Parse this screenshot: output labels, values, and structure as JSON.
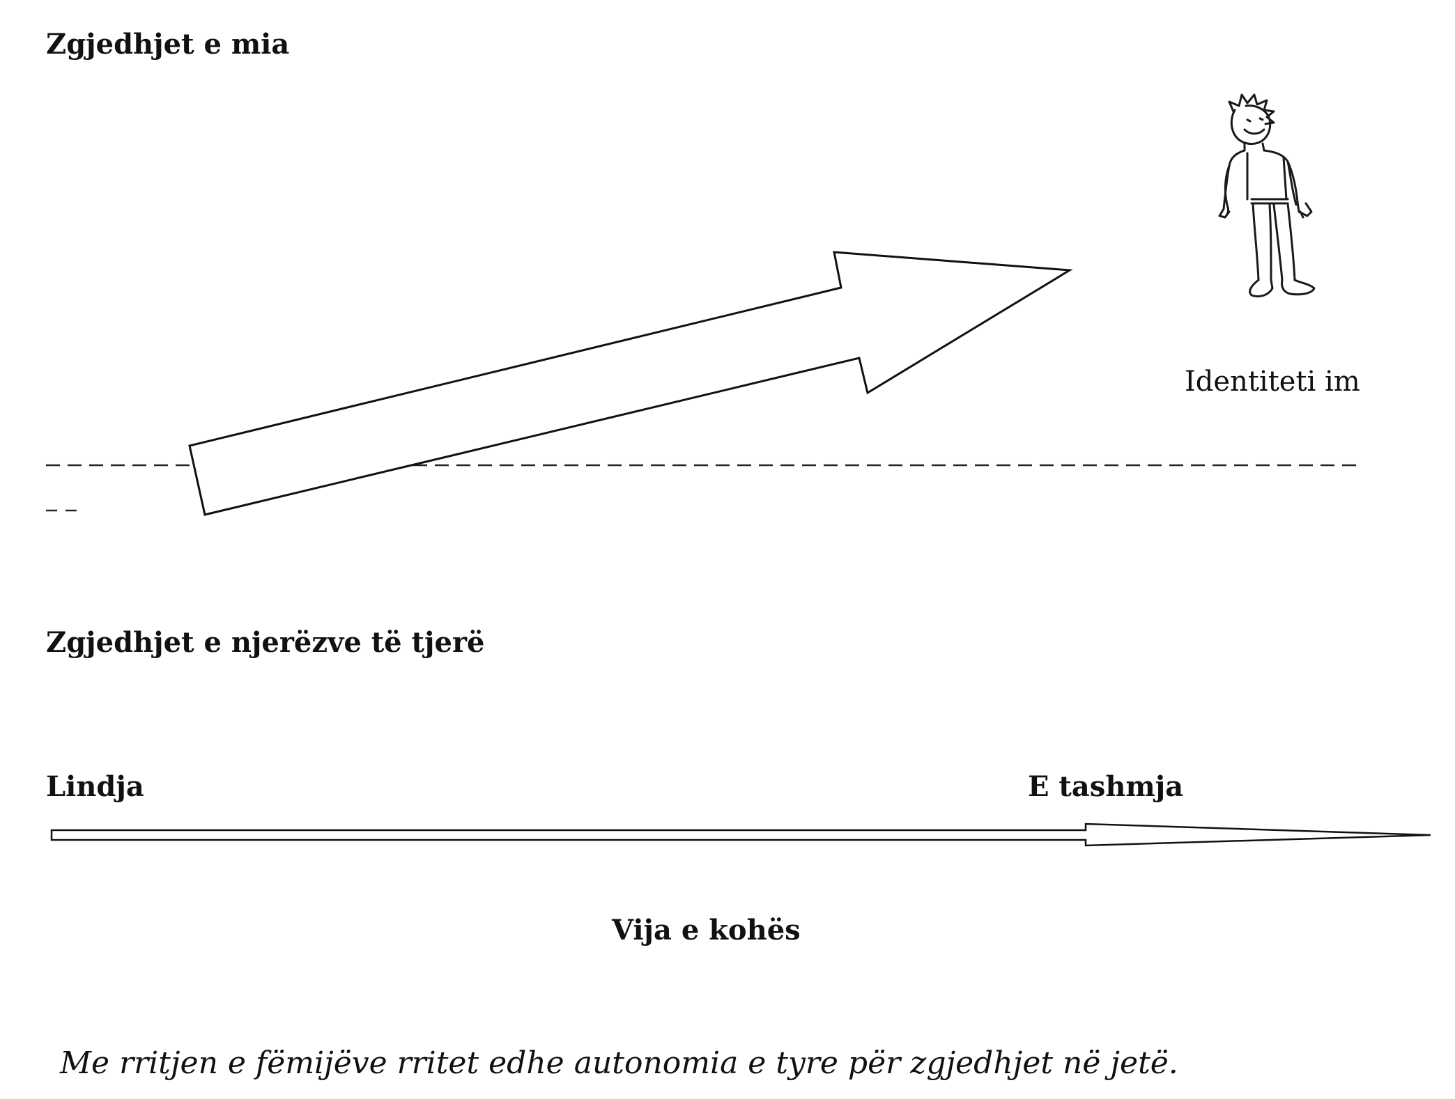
{
  "headings": {
    "my_choices": "Zgjedhjet e mia",
    "others_choices": "Zgjedhjet e njerëzve të tjerë"
  },
  "figure": {
    "identity_label": "Identiteti im"
  },
  "timeline": {
    "start_label": "Lindja",
    "present_label": "E tashmja",
    "axis_label": "Vija e kohës"
  },
  "caption": "Me rritjen e fëmijëve rritet edhe autonomia e tyre për zgjedhjet në jetë."
}
